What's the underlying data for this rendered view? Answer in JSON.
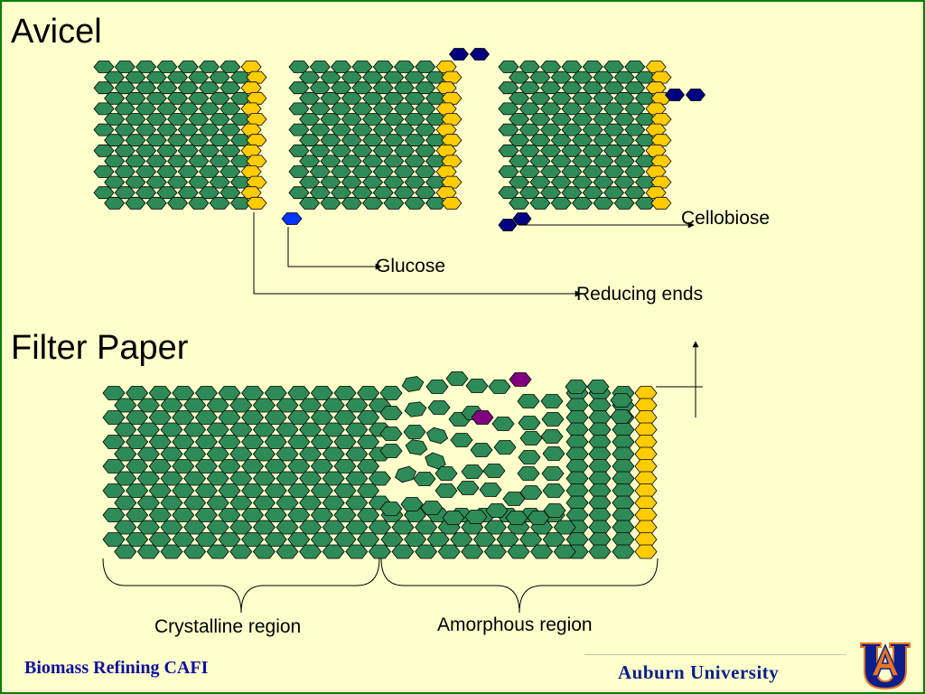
{
  "sections": {
    "avicel_title": "Avicel",
    "filter_paper_title": "Filter Paper"
  },
  "labels": {
    "cellobiose": "Cellobiose",
    "glucose": "Glucose",
    "reducing_ends": "Reducing ends",
    "crystalline_region": "Crystalline region",
    "amorphous_region": "Amorphous region"
  },
  "footer": {
    "left": "Biomass Refining CAFI",
    "right": "Auburn University",
    "logo_letters": "AU"
  },
  "legend_colors": {
    "glucose_unit": "#2E8B57",
    "reducing_end": "#FFCC00",
    "released_glucose": "#0033FF",
    "cellobiose": "#000080",
    "modified_unit": "#800080",
    "background": "#FFFFCC",
    "border": "#008000"
  }
}
